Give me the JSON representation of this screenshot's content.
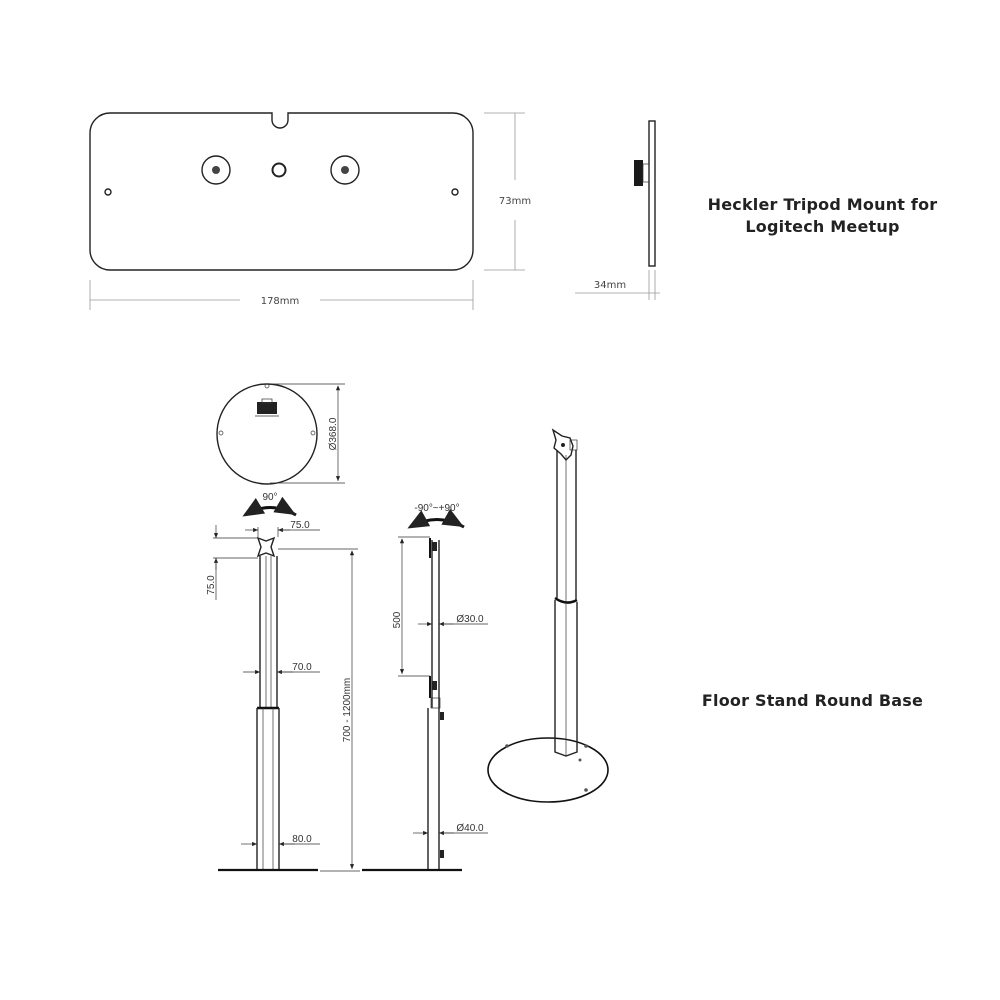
{
  "titles": {
    "tripod_mount_line1": "Heckler Tripod Mount  for",
    "tripod_mount_line2": "Logitech Meetup",
    "floor_stand": "Floor Stand Round Base"
  },
  "tripod_mount_front": {
    "width_label": "178mm",
    "height_label": "73mm"
  },
  "tripod_mount_side": {
    "depth_label": "34mm"
  },
  "round_base_top": {
    "diameter_label": "Ø368.0"
  },
  "stand_front": {
    "rotation_label": "90°",
    "vesa_width_label": "75.0",
    "vesa_height_label": "75.0",
    "upper_tube_label": "70.0",
    "lower_tube_label": "80.0",
    "height_range_label": "700 - 1200mm"
  },
  "stand_side": {
    "tilt_label": "-90°~+90°",
    "travel_label": "500",
    "upper_diameter_label": "Ø30.0",
    "lower_diameter_label": "Ø40.0"
  },
  "colors": {
    "line": "#222222",
    "dimension": "#333333",
    "background": "#ffffff"
  }
}
